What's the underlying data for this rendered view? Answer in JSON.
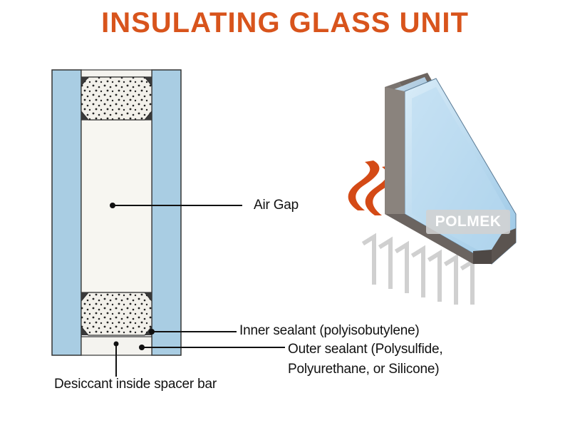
{
  "title": "INSULATING GLASS UNIT",
  "labels": {
    "air_gap": "Air Gap",
    "inner_sealant": "Inner sealant (polyisobutylene)",
    "outer_sealant_line1": "Outer sealant (Polysulfide,",
    "outer_sealant_line2": "Polyurethane, or Silicone)",
    "desiccant": "Desiccant inside spacer bar"
  },
  "brand": "POLMEK",
  "colors": {
    "title": "#d8541c",
    "glass": "#a9cde3",
    "heat_wave": "#d44a16",
    "air_gap": "#f7f6f1",
    "sealant": "#3a3a3a"
  },
  "icons": [
    "heat-wave-icon",
    "cold-draft-icon",
    "double-glazed-window-icon"
  ]
}
